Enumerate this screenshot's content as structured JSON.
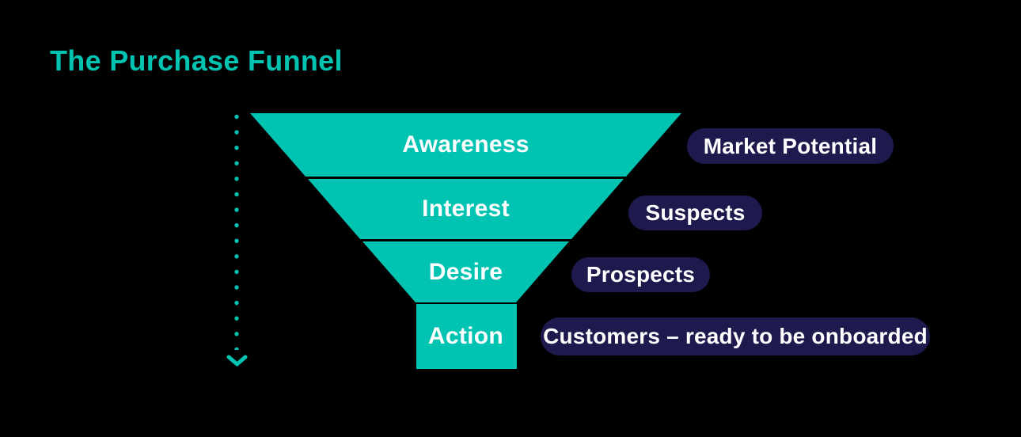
{
  "title": "The Purchase Funnel",
  "colors": {
    "teal": "#00C3B1",
    "navy": "#1E1A4E",
    "background": "#000000",
    "label_text": "#FFFFFF"
  },
  "funnel": {
    "stages": [
      {
        "label": "Awareness",
        "annotation": "Market Potential"
      },
      {
        "label": "Interest",
        "annotation": "Suspects"
      },
      {
        "label": "Desire",
        "annotation": "Prospects"
      },
      {
        "label": "Action",
        "annotation": "Customers – ready to be onboarded"
      }
    ]
  },
  "icons": {
    "flow_arrow": "dotted-down-arrow"
  },
  "chart_data": {
    "type": "funnel",
    "title": "The Purchase Funnel",
    "stages": [
      "Awareness",
      "Interest",
      "Desire",
      "Action"
    ],
    "annotations": [
      "Market Potential",
      "Suspects",
      "Prospects",
      "Customers – ready to be onboarded"
    ],
    "layout": "inverted-triangle, widest stage on top, annotations as pills to the right, downward dotted arrow on the left"
  }
}
